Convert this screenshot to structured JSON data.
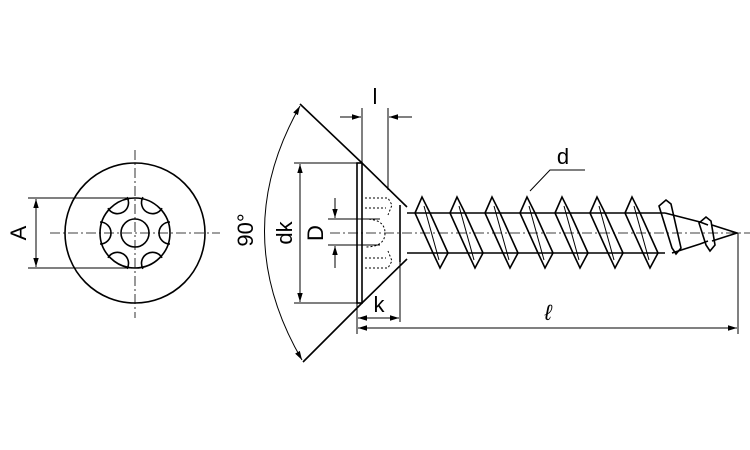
{
  "title": "Countersunk head tamper-resistant pin-torx wood screw",
  "labels": {
    "A": "A",
    "angle": "90°",
    "dk": "dk",
    "D": "D",
    "l": "l",
    "k": "k",
    "length": "ℓ",
    "d": "d"
  },
  "colors": {
    "line": "#000000",
    "background": "#ffffff"
  }
}
